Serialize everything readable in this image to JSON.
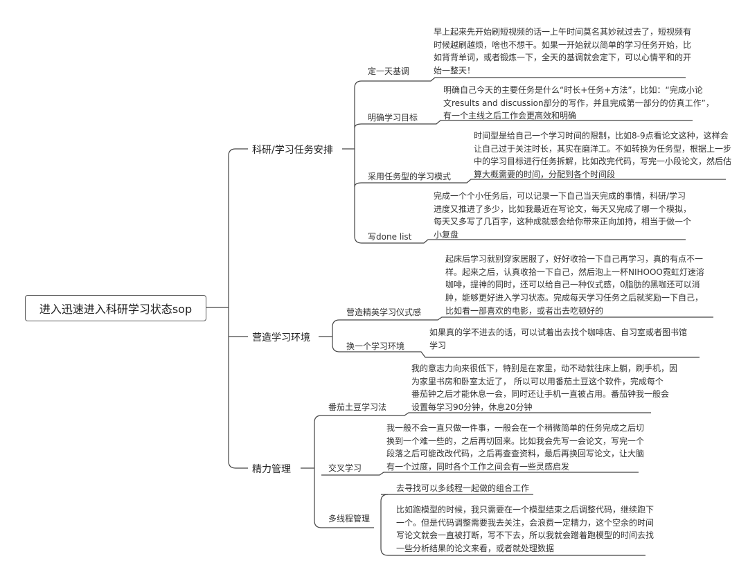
{
  "root": {
    "label": "进入迅速进入科研学习状态sop"
  },
  "branches": [
    {
      "label": "科研/学习任务安排",
      "children": [
        {
          "label": "定一天基调",
          "lines": [
            "早上起来先开始刷短视频的话一上午时间莫名其妙就过去了，短视频有",
            "时候越刷越烦，啥也不想干。如果一开始就以简单的学习任务开始，比",
            "如背背单词，或者锻炼一下，全天的基调就会定下，可以心情平和的开",
            "始一整天！"
          ]
        },
        {
          "label": "明确学习目标",
          "lines": [
            "明确自己今天的主要任务是什么“时长+任务+方法”，比如：“完成小论",
            "文results and discussion部分的写作，并且完成第一部分的仿真工作”，",
            "有一个主线之后工作会更高效和明确"
          ]
        },
        {
          "label": "采用任务型的学习模式",
          "lines": [
            "时间型是给自己一个学习时间的限制，比如8-9点看论文这种，这样会",
            "让自己过于关注时长，其实在磨洋工。不如转换为任务型，根据上一步",
            "中的学习目标进行任务拆解，比如改完代码，写完一小段论文，然后估",
            "算大概需要的时间，分配到各个时间段"
          ]
        },
        {
          "label": "写done list",
          "lines": [
            "完成一个个小任务后，可以记录一下自己当天完成的事情，科研/学习",
            "进度又推进了多少，比如我最近在写论文，每天又完成了哪一个模拟，",
            "每天又多写了几百字，这种成就感会给你带来正向加持，相当于做一个",
            "小复盘"
          ]
        }
      ]
    },
    {
      "label": "营造学习环境",
      "children": [
        {
          "label": "营造精英学习仪式感",
          "lines": [
            "起床后学习就别穿家居服了，好好收拾一下自己再学习，真的有点不一",
            "样。起来之后，认真收拾一下自己，然后泡上一杯NIHOOO霓虹灯速溶",
            "咖啡，提神的同时，还可以给自己一种仪式感，0脂肪的黑咖还可以消",
            "肿，能够更好进入学习状态。完成每天学习任务之后就奖励一下自己，",
            "比如看一部喜欢的电影，或者出去吃顿好的"
          ]
        },
        {
          "label": "换一个学习环境",
          "lines": [
            "如果真的学不进去的话，可以试着出去找个咖啡店、自习室或者图书馆",
            "学习"
          ]
        }
      ]
    },
    {
      "label": "精力管理",
      "children": [
        {
          "label": "番茄土豆学习法",
          "lines": [
            "我的意志力向来很低下，特别是在家里，动不动就往床上躺，刷手机，因",
            "为家里书房和卧室太近了， 所以可以用番茄土豆这个软件，完成每个",
            "番茄钟之后才能休息一会，同时还让手机一直被占用。番茄钟我一般会",
            "设置每学习90分钟，休息20分钟"
          ]
        },
        {
          "label": "交叉学习",
          "lines": [
            "我一般不会一直只做一件事，一般会在一个稍微简单的任务完成之后切",
            "换到一个难一些的，之后再切回来。比如我会先写一会论文，写完一个",
            "段落之后可能改改代码，之后再查查资料，最后再换回写论文，让大脑",
            "有一个过度，同时各个工作之间会有一些灵感启发"
          ]
        },
        {
          "label": "多线程管理",
          "sub": [
            {
              "lines": [
                "去寻找可以多线程一起做的组合工作"
              ]
            },
            {
              "lines": [
                "比如跑模型的时候，我只需要在一个模型结束之后调整代码，继续跑下",
                "一个。但是代码调整需要我去关注，会浪费一定精力，这个空余的时间",
                "写论文就会一直被打断，写不下去，所以我就会蹭着跑模型的时间去找",
                "一些分析结果的论文来看，或者就处理数据"
              ]
            }
          ]
        }
      ]
    }
  ]
}
